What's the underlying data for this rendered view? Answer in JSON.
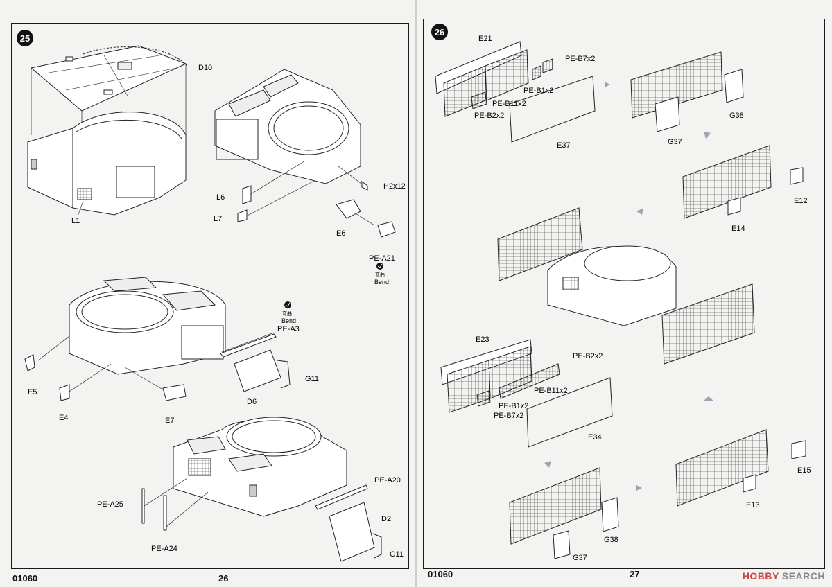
{
  "pages": {
    "left": {
      "number": "26",
      "code": "01060",
      "step": "25",
      "labels": {
        "d10": "D10",
        "l1": "L1",
        "l6": "L6",
        "l7": "L7",
        "h2x12": "H2x12",
        "e6": "E6",
        "pe_a21": "PE-A21",
        "bend_cn_1": "弯曲",
        "bend_1": "Bend",
        "bend_cn_2": "弯曲",
        "bend_2": "Bend",
        "pe_a3": "PE-A3",
        "g11_a": "G11",
        "d6": "D6",
        "e5": "E5",
        "e4": "E4",
        "e7": "E7",
        "pe_a20": "PE-A20",
        "pe_a25": "PE-A25",
        "d2": "D2",
        "pe_a24": "PE-A24",
        "g11_b": "G11"
      }
    },
    "right": {
      "number": "27",
      "code": "01060",
      "step": "26",
      "labels": {
        "e21": "E21",
        "pe_b7x2_a": "PE-B7x2",
        "pe_b1x2_a": "PE-B1x2",
        "pe_b11x2_a": "PE-B11x2",
        "pe_b2x2_a": "PE-B2x2",
        "e37": "E37",
        "g38_a": "G38",
        "g37_a": "G37",
        "e12": "E12",
        "e14": "E14",
        "e23": "E23",
        "pe_b2x2_b": "PE-B2x2",
        "pe_b11x2_b": "PE-B11x2",
        "pe_b1x2_b": "PE-B1x2",
        "pe_b7x2_b": "PE-B7x2",
        "e34": "E34",
        "e15": "E15",
        "e13": "E13",
        "g38_b": "G38",
        "g37_b": "G37"
      }
    }
  },
  "watermark": {
    "logo": "HOBBY",
    "text": "SEARCH"
  },
  "colors": {
    "ink": "#1a1a1a",
    "arrow": "#9aa5b4",
    "paper": "#f3f3f1"
  }
}
